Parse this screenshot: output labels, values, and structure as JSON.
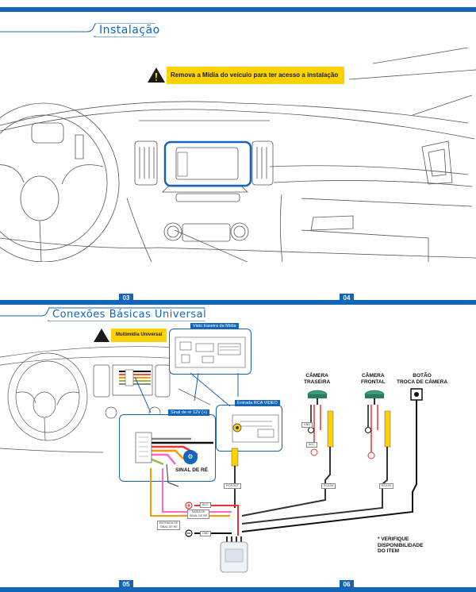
{
  "page4": {
    "title": "Instalação",
    "warning": "Remova a Mídia do veículo para ter acesso a instalação",
    "page_numbers": [
      "03",
      "04"
    ]
  },
  "page5": {
    "title": "Conexões Básicas Universal",
    "badge": "Multimídia Universal",
    "callout_rear_label": "Visto traseira da Mídia",
    "callout_rca_label": "Entrada RCA VIDEO",
    "callout_signal_label": "Sinal de ré 12V (+)",
    "reverse_signal_label": "SINAL DE RÉ",
    "rear_camera": "CÂMERA\nTRASEIRA",
    "front_camera": "CÂMERA\nFRONTAL",
    "button": "BOTÃO\nTROCA DE CÂMERA",
    "note": "* VERIFIQUE\nDISPONIBILIDADE\nDO ITEM",
    "wire_labels": {
      "acc": "ACC",
      "reverse_out": "SAÍDA DE\nSINAL DE RÉ",
      "reverse_in": "ENTRADA DE\nSINAL DE RÉ",
      "gnd": "GND",
      "rca1": "RCA OUT",
      "rca2": "RCA IN",
      "rca3": "RCA IN",
      "cam_gnd": "GND",
      "cam_acc": "ACC"
    },
    "page_numbers": [
      "05",
      "06"
    ]
  }
}
